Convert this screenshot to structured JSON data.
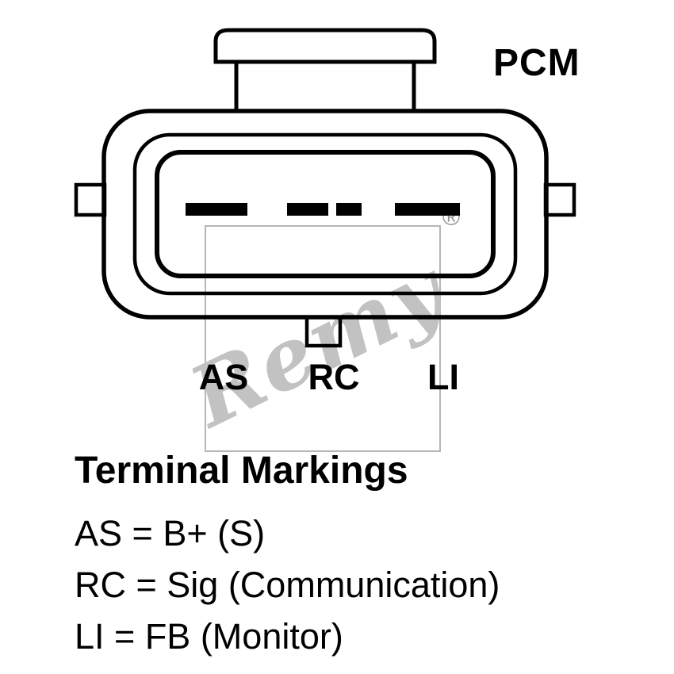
{
  "diagram": {
    "connector_label": "PCM",
    "watermark": {
      "text": "Remy",
      "registered": "®"
    },
    "terminals": [
      {
        "id": "AS",
        "label": "AS"
      },
      {
        "id": "RC",
        "label": "RC"
      },
      {
        "id": "LI",
        "label": "LI"
      }
    ],
    "legend": {
      "title": "Terminal Markings",
      "entries": [
        "AS = B+ (S)",
        "RC = Sig (Communication)",
        "LI = FB (Monitor)"
      ]
    },
    "colors": {
      "line": "#000000",
      "watermark": "#c2c2c2",
      "background": "#ffffff"
    }
  }
}
